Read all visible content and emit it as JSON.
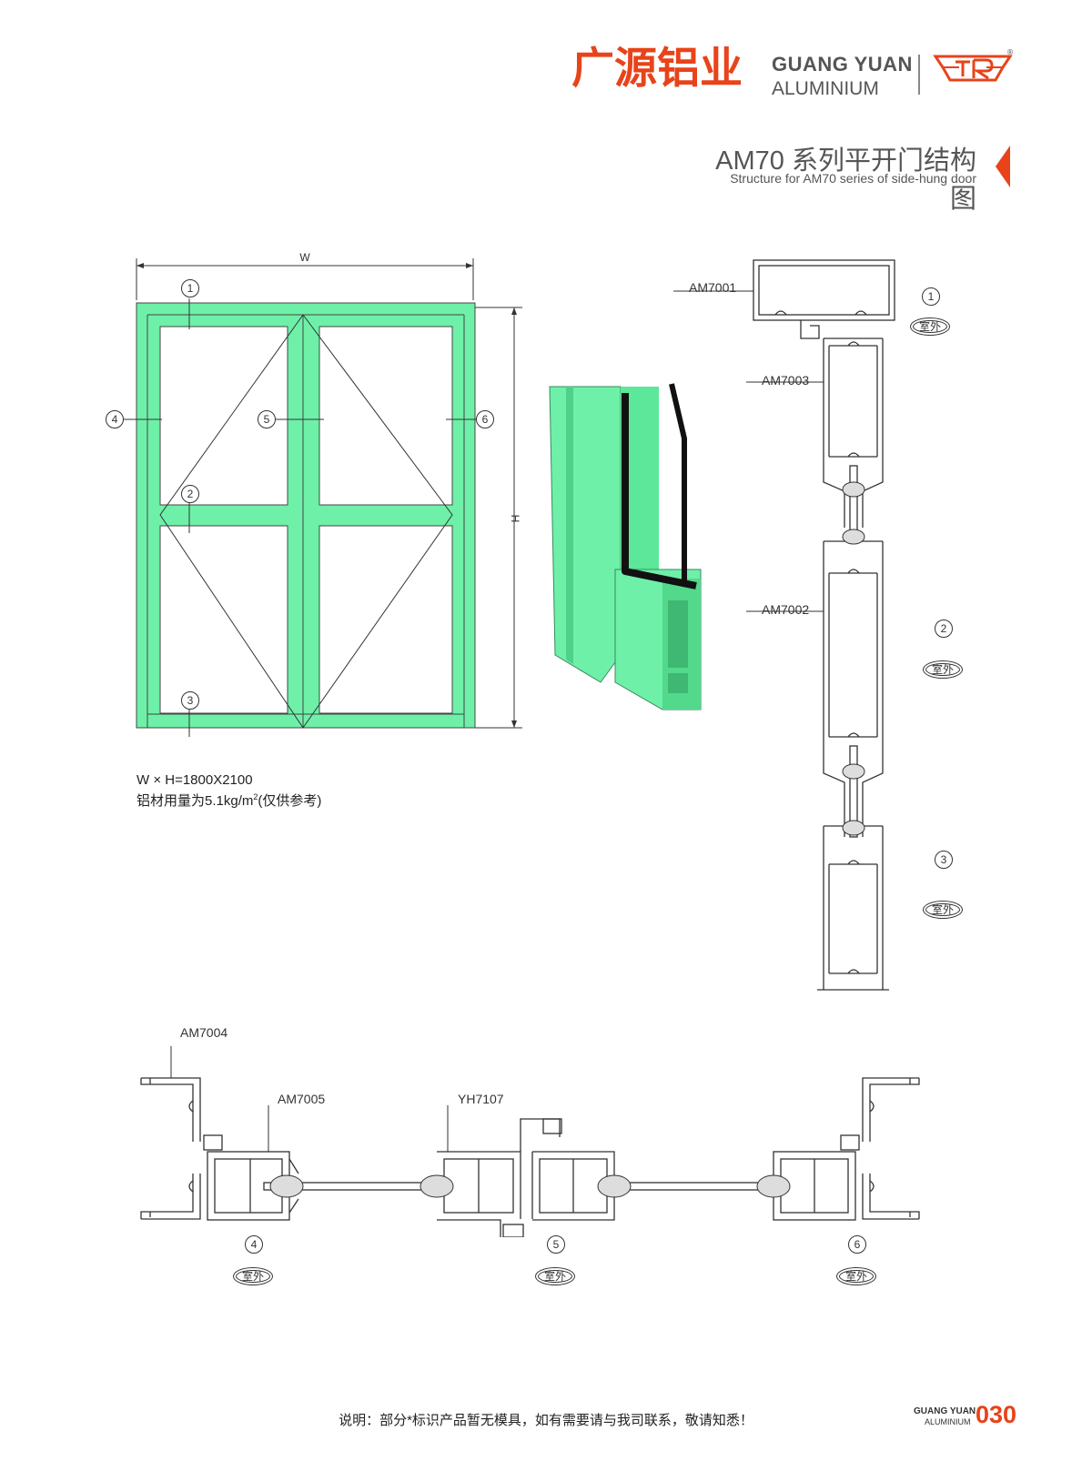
{
  "header": {
    "brand_cn": "广源铝业",
    "brand_en_line1": "GUANG YUAN",
    "brand_en_line2": "ALUMINIUM",
    "logo_mark": "®",
    "title_cn": "AM70 系列平开门结构图",
    "title_en": "Structure for AM70 series of side-hung door",
    "accent_color": "#e8431a"
  },
  "elevation": {
    "width_label": "W",
    "height_label": "H",
    "markers": [
      "1",
      "2",
      "3",
      "4",
      "5",
      "6"
    ],
    "frame_color": "#6ef0a8",
    "spec_size": "W × H=1800X2100",
    "spec_usage_pre": "铝材用量为5.1kg/m",
    "spec_usage_sup": "2",
    "spec_usage_post": "(仅供参考)"
  },
  "vertical_section": {
    "profiles": [
      "AM7001",
      "AM7003",
      "AM7002"
    ],
    "markers": [
      "1",
      "2",
      "3"
    ],
    "outdoor_label": "室外"
  },
  "horizontal_section": {
    "profiles": [
      "AM7004",
      "AM7005",
      "YH7107"
    ],
    "markers": [
      "4",
      "5",
      "6"
    ],
    "outdoor_label": "室外"
  },
  "footer": {
    "note": "说明：部分*标识产品暂无模具，如有需要请与我司联系，敬请知悉！",
    "brand_line1": "GUANG YUAN",
    "brand_line2": "ALUMINIUM",
    "page_number": "030"
  }
}
